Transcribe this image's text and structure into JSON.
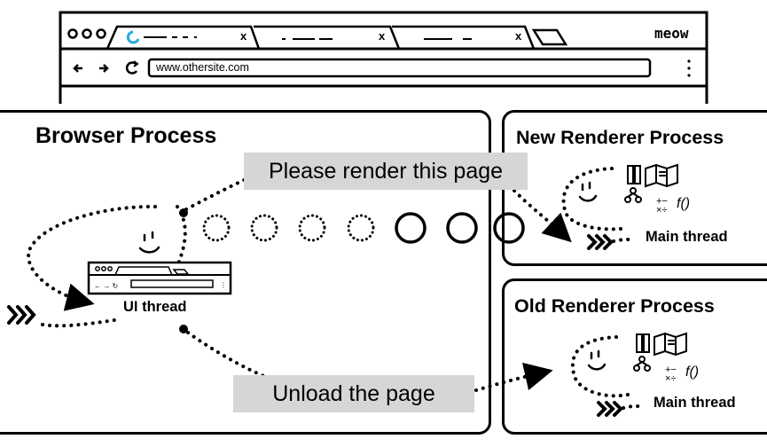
{
  "browser_window": {
    "tabs": [
      {
        "label": "",
        "close_glyph": "x"
      },
      {
        "label": "",
        "close_glyph": "x"
      },
      {
        "label": "",
        "close_glyph": "x"
      }
    ],
    "profile_label": "meow",
    "url": "www.othersite.com",
    "nav_icons": [
      "back-icon",
      "forward-icon",
      "reload-icon",
      "menu-icon"
    ]
  },
  "browser_process": {
    "title": "Browser Process",
    "thread_label": "UI thread"
  },
  "new_renderer": {
    "title": "New Renderer Process",
    "thread_label": "Main thread"
  },
  "old_renderer": {
    "title": "Old Renderer Process",
    "thread_label": "Main thread"
  },
  "messages": {
    "render": "Please render this page",
    "unload": "Unload the page"
  },
  "colors": {
    "ink": "#000000",
    "message_bg": "#d6d6d6",
    "loading_spinner": "#2aa8e0"
  }
}
